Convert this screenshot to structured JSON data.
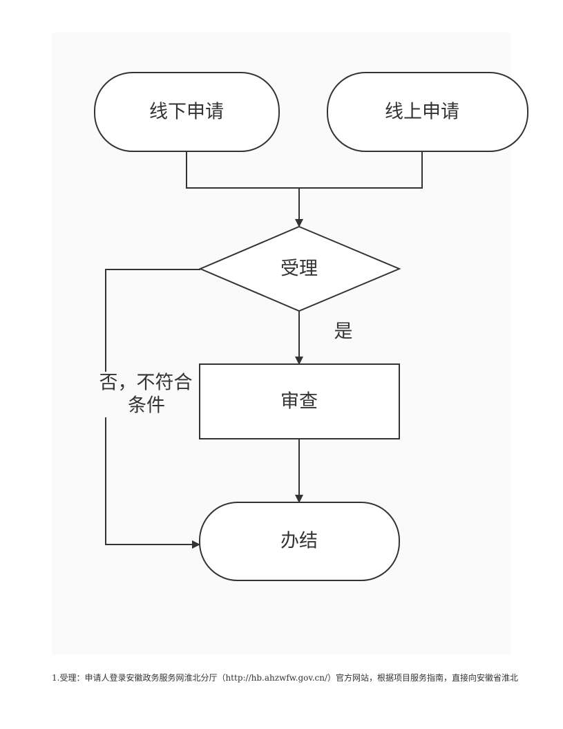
{
  "diagram": {
    "nodes": {
      "offline_apply": "线下申请",
      "online_apply": "线上申请",
      "accept": "受理",
      "review": "审查",
      "complete": "办结"
    },
    "edges": {
      "yes_label": "是",
      "no_label_line1": "否，不符合",
      "no_label_line2": "条件"
    }
  },
  "caption": {
    "text": "1.受理：申请人登录安徽政务服务网淮北分厅（http://hb.ahzwfw.gov.cn/）官方网站，根据项目服务指南，直接向安徽省淮北"
  }
}
